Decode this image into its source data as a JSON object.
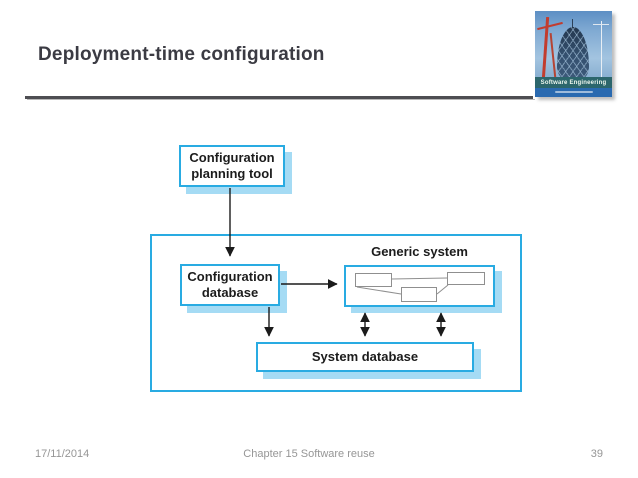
{
  "slide": {
    "title": "Deployment-time configuration",
    "footer": {
      "date": "17/11/2014",
      "chapter": "Chapter 15 Software reuse",
      "page": "39"
    }
  },
  "logo": {
    "title": "Software Engineering"
  },
  "diagram": {
    "boxes": {
      "planning_tool": "Configuration planning tool",
      "config_db": "Configuration database",
      "generic_system_label": "Generic system",
      "system_db": "System database"
    }
  },
  "colors": {
    "accent_cyan": "#29abe2",
    "shadow_blue": "#a5dbf4",
    "title_color": "#3b3b43",
    "footer_gray": "#969696"
  }
}
